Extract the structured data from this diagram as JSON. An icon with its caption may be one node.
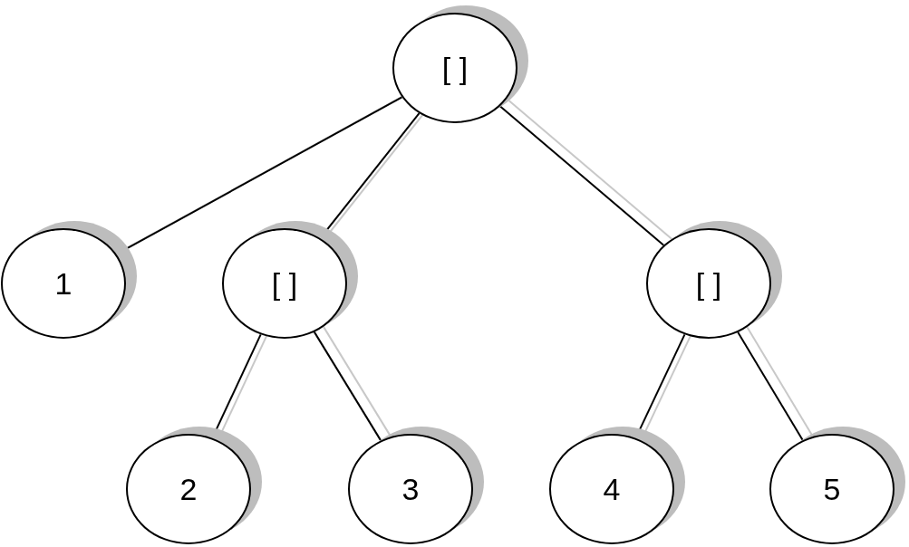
{
  "diagram": {
    "nodes": [
      {
        "text": [
          "[ ]"
        ]
      },
      {
        "text": [
          "1"
        ]
      },
      {
        "text": [
          "[ ]"
        ]
      },
      {
        "text": [
          "[ ]"
        ]
      },
      {
        "text": [
          "2"
        ]
      },
      {
        "text": [
          "3"
        ]
      },
      {
        "text": [
          "4"
        ]
      },
      {
        "text": [
          "5"
        ]
      }
    ],
    "edges": [
      {
        "from": 0,
        "to": 1,
        "arrow": "none"
      },
      {
        "from": 0,
        "to": 2,
        "arrow": "none"
      },
      {
        "from": 0,
        "to": 3,
        "arrow": "none"
      },
      {
        "from": 2,
        "to": 4,
        "arrow": "none"
      },
      {
        "from": 2,
        "to": 5,
        "arrow": "none"
      },
      {
        "from": 3,
        "to": 6,
        "arrow": "none"
      },
      {
        "from": 3,
        "to": 7,
        "arrow": "none"
      }
    ]
  }
}
